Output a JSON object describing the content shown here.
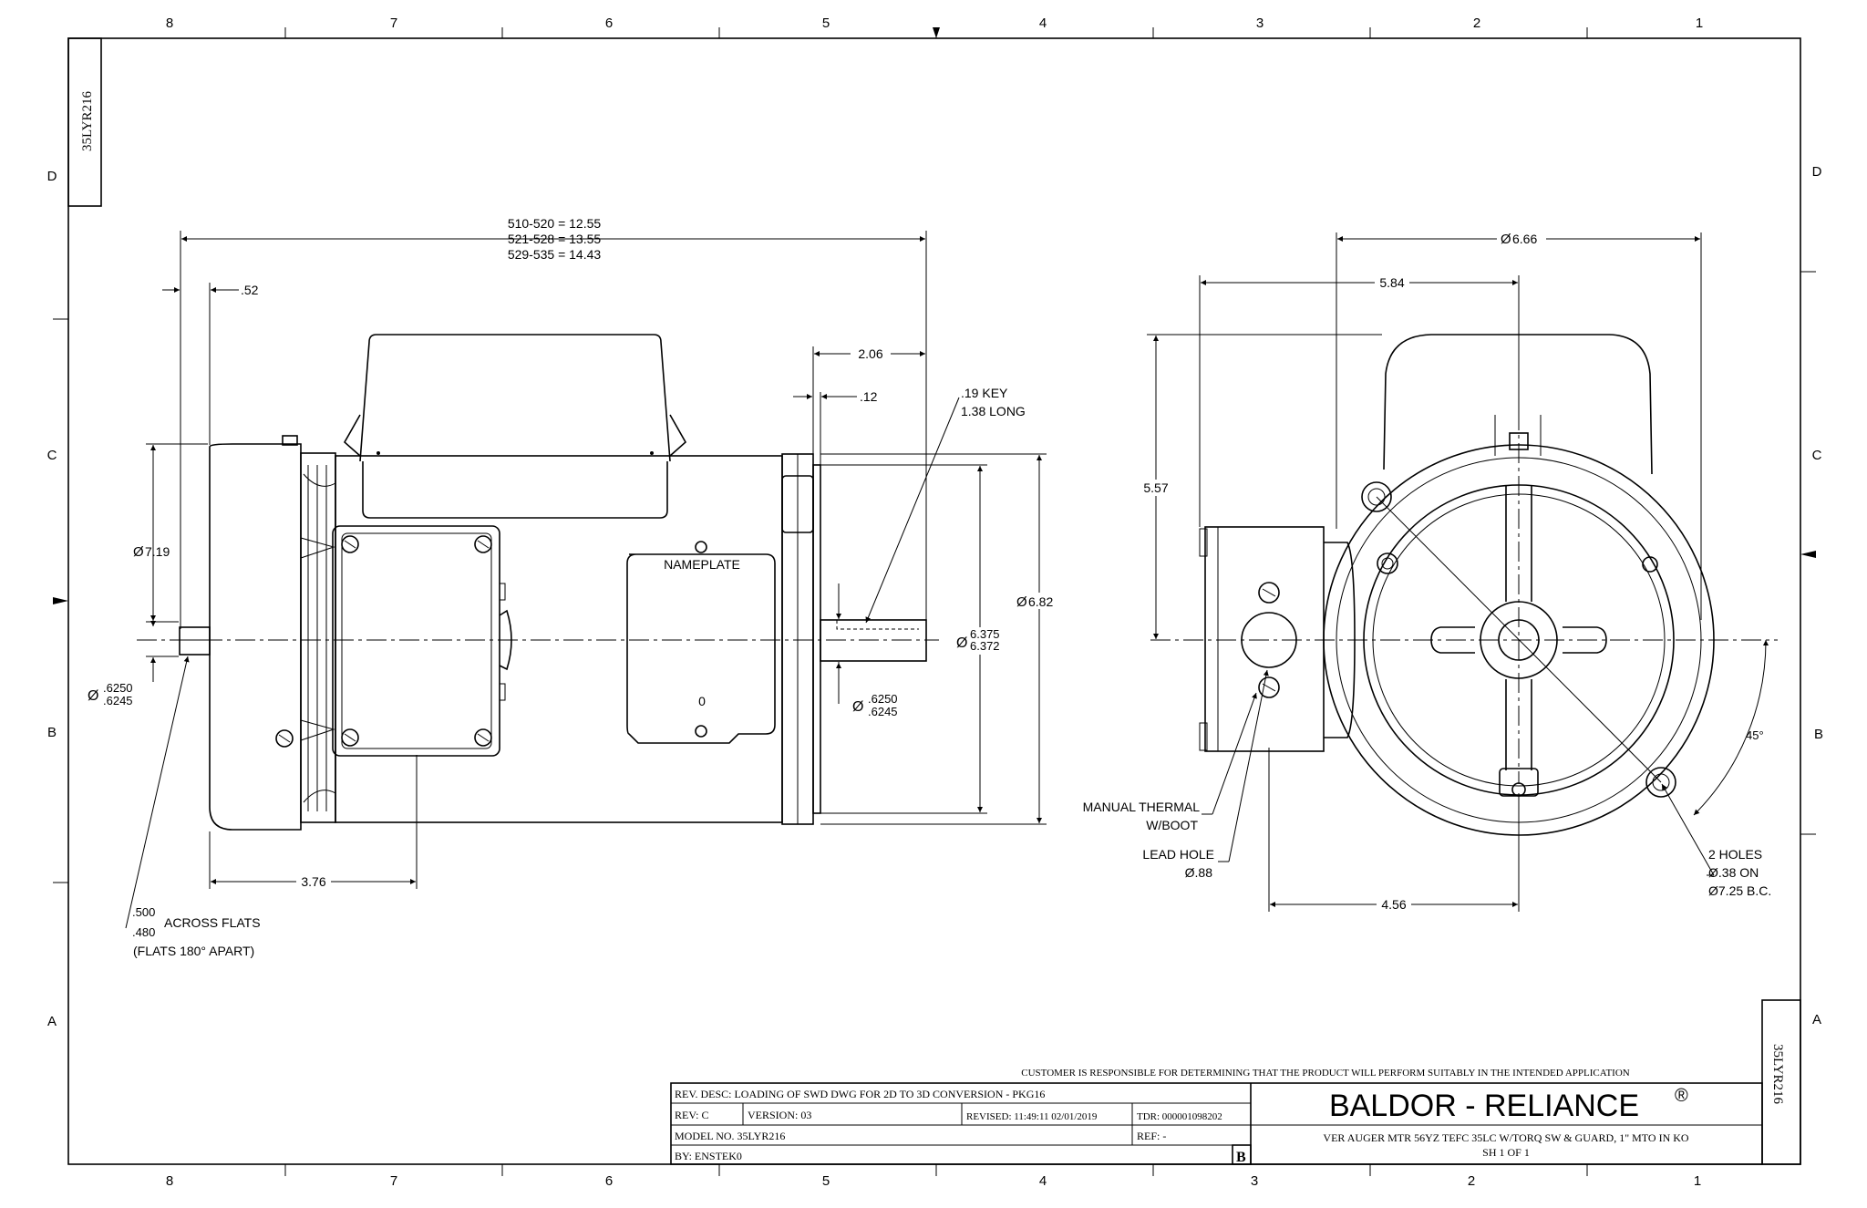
{
  "frame": {
    "columns_top": [
      "8",
      "7",
      "6",
      "5",
      "4",
      "3",
      "2",
      "1"
    ],
    "columns_bottom": [
      "8",
      "7",
      "6",
      "5",
      "4",
      "3",
      "2",
      "1"
    ],
    "rows_left": [
      "D",
      "C",
      "B",
      "A"
    ],
    "rows_right": [
      "D",
      "C",
      "B",
      "A"
    ],
    "drawing_id": "35LYR216"
  },
  "side_view": {
    "overall_length": [
      "510-520 = 12.55",
      "521-528 = 13.55",
      "529-535 = 14.43"
    ],
    "dim_052": ".52",
    "dim_206": "2.06",
    "dim_012": ".12",
    "key_label": [
      ".19 KEY",
      "1.38 LONG"
    ],
    "dia_719": "7.19",
    "dia_shaft_rear": [
      ".6250",
      ".6245"
    ],
    "dia_682": "6.82",
    "dia_pilot": [
      "6.375",
      "6.372"
    ],
    "dia_shaft_front": [
      ".6250",
      ".6245"
    ],
    "nameplate": "NAMEPLATE",
    "dim_376": "3.76",
    "flats": [
      ".500",
      ".480",
      "ACROSS FLATS",
      "(FLATS 180° APART)"
    ]
  },
  "end_view": {
    "dia_666": "6.66",
    "dim_584": "5.84",
    "dim_557": "5.57",
    "manual_thermal": [
      "MANUAL THERMAL",
      "W/BOOT"
    ],
    "lead_hole": [
      "LEAD HOLE",
      "Ø.88"
    ],
    "dim_456": "4.56",
    "angle": "45°",
    "holes": [
      "2 HOLES",
      "Ø.38 ON",
      "Ø7.25 B.C."
    ]
  },
  "title_block": {
    "disclaimer": "CUSTOMER IS RESPONSIBLE FOR DETERMINING THAT THE PRODUCT WILL PERFORM SUITABLY IN THE INTENDED APPLICATION",
    "rev_desc": "REV. DESC: LOADING OF SWD DWG FOR 2D TO 3D CONVERSION - PKG16",
    "rev": "REV:  C",
    "version": "VERSION:  03",
    "revised": "REVISED:  11:49:11 02/01/2019",
    "tdr": "TDR: 000001098202",
    "model_no": "MODEL NO.  35LYR216",
    "ref": "REF:  -",
    "by": "BY: ENSTEK0",
    "size": "B",
    "company": "BALDOR - RELIANCE",
    "registered": "®",
    "description": "VER AUGER MTR 56YZ TEFC 35LC W/TORQ SW & GUARD, 1\" MTO IN KO",
    "sheet": "SH 1 OF 1"
  }
}
